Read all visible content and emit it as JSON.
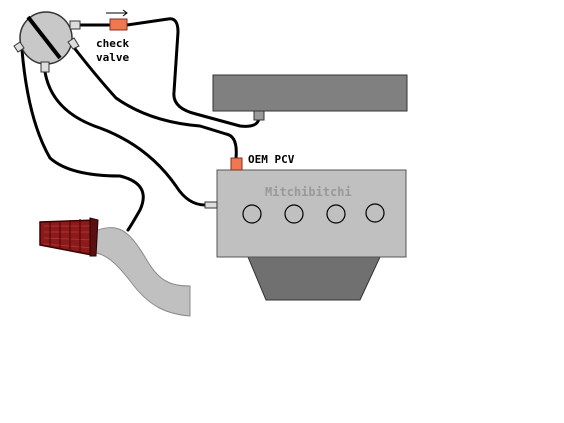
{
  "labels": {
    "check_valve_line1": "check",
    "check_valve_line2": "valve",
    "pcv": "OEM PCV",
    "engine_brand": "Mitchibitchi"
  },
  "colors": {
    "engine_block": "#c0c0c0",
    "oil_pan": "#707070",
    "intake_manifold": "#808080",
    "valve_orange": "#f07850",
    "air_filter": "#8b1a1a",
    "hose": "#000000",
    "intake_pipe": "#c0c0c0",
    "catch_can": "#c8c8c8",
    "engine_text": "#999999"
  },
  "icons": {
    "flow_direction": "right-arrow-icon",
    "cylinders": "cylinder-circle-icon"
  }
}
